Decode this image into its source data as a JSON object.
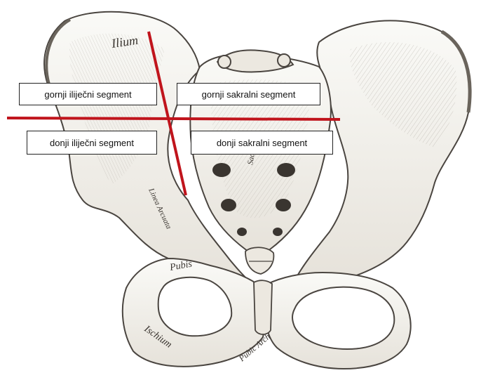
{
  "figure": {
    "labels": {
      "upper_iliac": "gornji iliječni segment",
      "upper_sacral": "gornji sakralni segment",
      "lower_iliac": "donji iliječni segment",
      "lower_sacral": "donji sakralni segment"
    },
    "engraving_words": {
      "ilium": "Ilium",
      "pubis": "Pubis",
      "ischium": "Ischium",
      "pubic_arch": "Pubic Arch",
      "arcuate_line": "Linea Arcuata",
      "sacrum": "Sacrum"
    },
    "line_color": "#c0141c",
    "bone_fill": "#f3f1ec",
    "bone_shade": "#d9d5cc",
    "outline_color": "#4a4540"
  }
}
